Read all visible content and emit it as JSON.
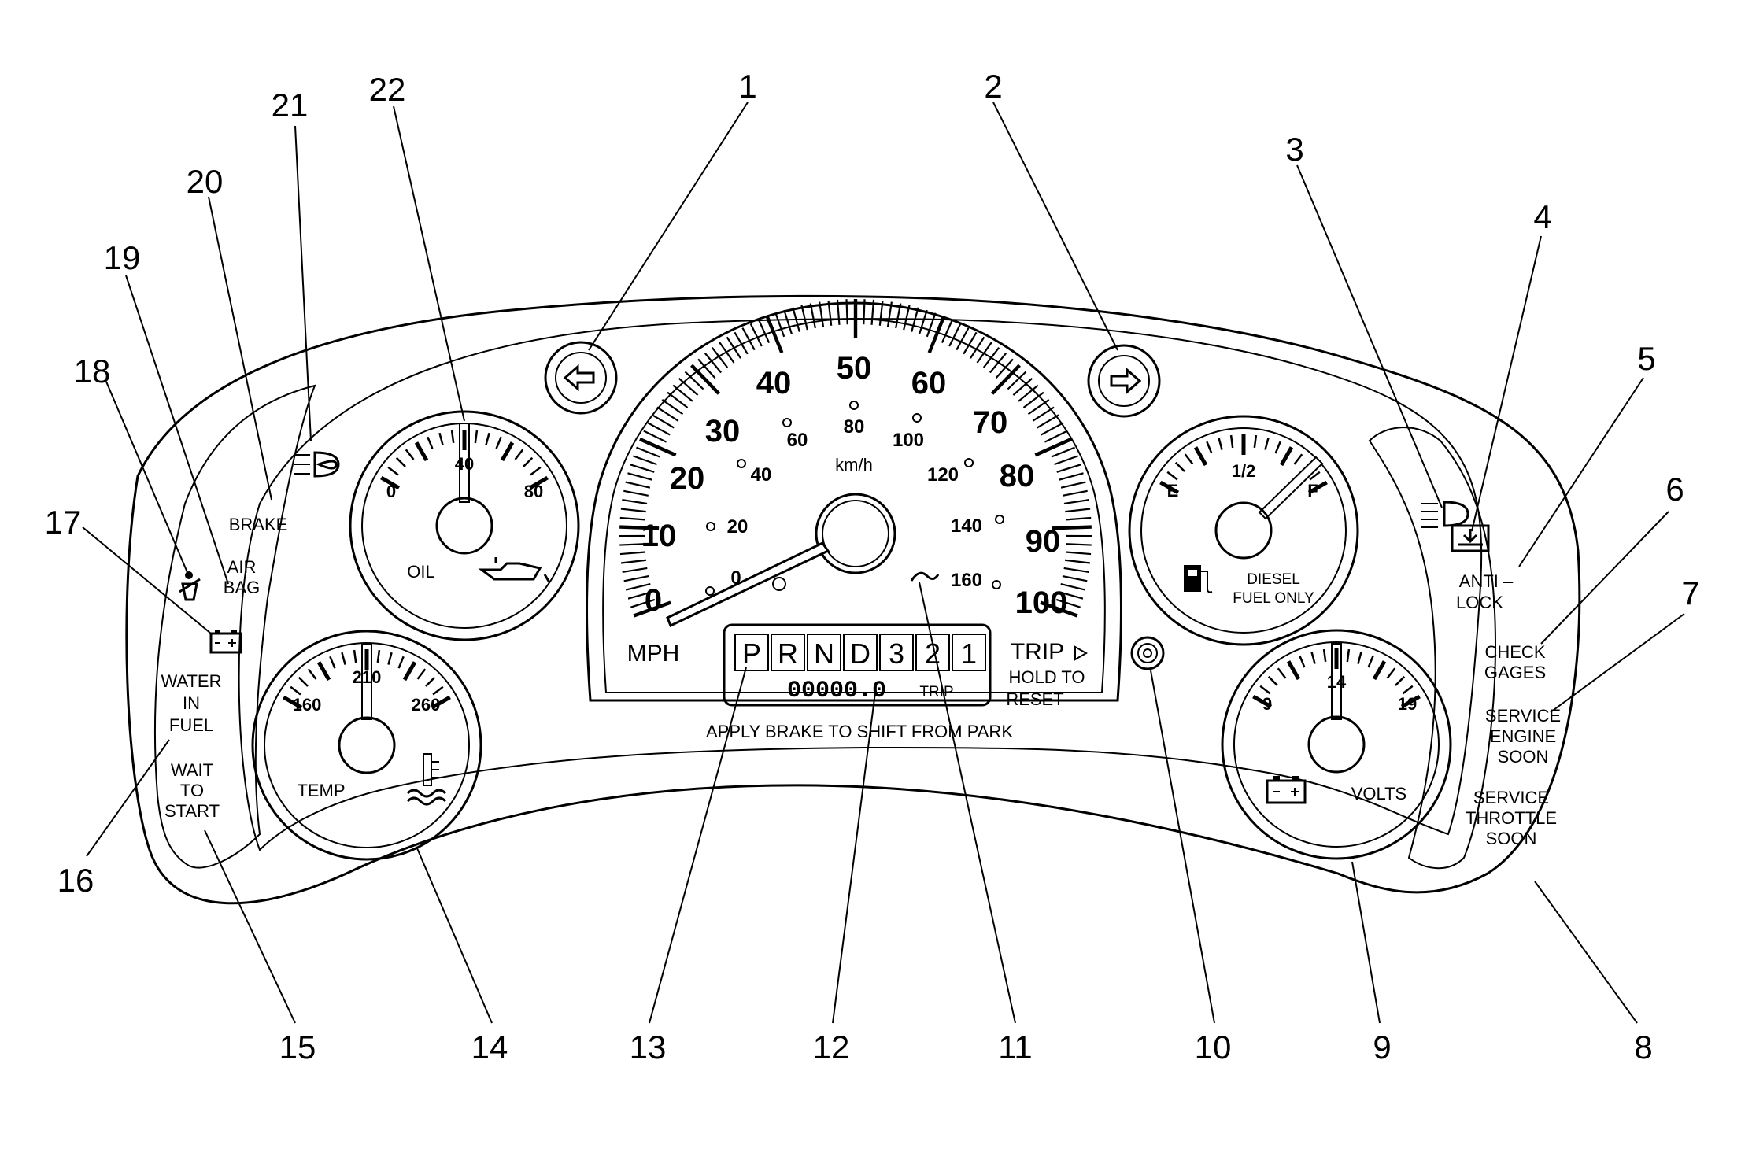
{
  "callouts": [
    "1",
    "2",
    "3",
    "4",
    "5",
    "6",
    "7",
    "8",
    "9",
    "10",
    "11",
    "12",
    "13",
    "14",
    "15",
    "16",
    "17",
    "18",
    "19",
    "20",
    "21",
    "22"
  ],
  "speedometer": {
    "mph_labels": [
      "0",
      "10",
      "20",
      "30",
      "40",
      "50",
      "60",
      "70",
      "80",
      "90",
      "100"
    ],
    "kmh_labels": [
      "0",
      "20",
      "40",
      "60",
      "80",
      "100",
      "120",
      "140",
      "160"
    ],
    "kmh_unit": "km/h",
    "mph_unit": "MPH",
    "trip_title": "TRIP",
    "trip_hold": "HOLD TO",
    "trip_reset": "RESET",
    "prndl": [
      "P",
      "R",
      "N",
      "D",
      "3",
      "2",
      "1"
    ],
    "odometer": "00000.0",
    "trip_small": "TRIP",
    "shift_notice": "APPLY BRAKE TO SHIFT FROM PARK"
  },
  "oil_gauge": {
    "min": "0",
    "mid": "40",
    "max": "80",
    "name": "OIL"
  },
  "temp_gauge": {
    "min": "160",
    "mid": "210",
    "max": "260",
    "name": "TEMP"
  },
  "fuel_gauge": {
    "empty": "E",
    "half": "1/2",
    "full": "F",
    "note_1": "DIESEL",
    "note_2": "FUEL ONLY"
  },
  "volt_gauge": {
    "min": "9",
    "mid": "14",
    "max": "19",
    "name": "VOLTS"
  },
  "left_telltales": {
    "brake": "BRAKE",
    "air_1": "AIR",
    "air_2": "BAG",
    "water_1": "WATER",
    "water_2": "IN",
    "water_3": "FUEL",
    "wait_1": "WAIT",
    "wait_2": "TO",
    "wait_3": "START"
  },
  "right_telltales": {
    "anti_1": "ANTI –",
    "anti_2": "LOCK",
    "check_1": "CHECK",
    "check_2": "GAGES",
    "ses_1": "SERVICE",
    "ses_2": "ENGINE",
    "ses_3": "SOON",
    "sts_1": "SERVICE",
    "sts_2": "THROTTLE",
    "sts_3": "SOON"
  }
}
